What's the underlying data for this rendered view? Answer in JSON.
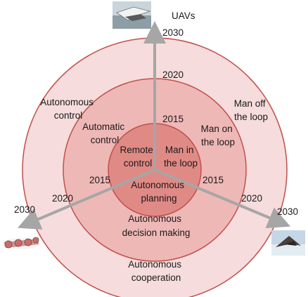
{
  "axis_uav": "UAVs",
  "years": {
    "y2030": "2030",
    "y2020": "2020",
    "y2015": "2015"
  },
  "rings": {
    "center_left": [
      "Remote",
      "control"
    ],
    "center_right": [
      "Man in",
      "the loop"
    ],
    "center_bottom": [
      "Autonomous",
      "planning"
    ],
    "middle_left": [
      "Automatic",
      "control"
    ],
    "middle_right": [
      "Man on",
      "the loop"
    ],
    "middle_bottom": [
      "Autonomous",
      "decision making"
    ],
    "outer_left": [
      "Autonomous",
      "control"
    ],
    "outer_right": [
      "Man off",
      "the loop"
    ],
    "outer_bottom": [
      "Autonomous",
      "cooperation"
    ]
  },
  "colors": {
    "ring_outer": "#f6dcdc",
    "ring_middle": "#eeb8b6",
    "ring_inner": "#e08a86",
    "ring_stroke": "#c0504d",
    "arrow": "#a6a6a6"
  },
  "icons": {
    "top": "uav-flying-wing-photo-icon",
    "left": "quadrotor-uav-photo-icon",
    "right": "stealth-uav-photo-icon"
  }
}
